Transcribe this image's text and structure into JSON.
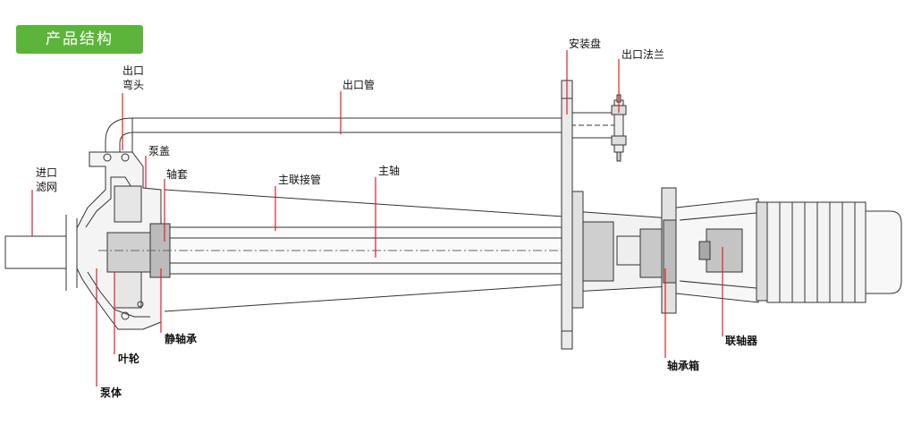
{
  "header": {
    "title": "产品结构"
  },
  "colors": {
    "accent": "#5cb53a",
    "leader": "#e0202a",
    "outline": "#333333"
  },
  "labels": {
    "outlet_elbow_1": "出口",
    "outlet_elbow_2": "弯头",
    "inlet_filter_1": "进口",
    "inlet_filter_2": "滤网",
    "pump_cover": "泵盖",
    "shaft_sleeve": "轴套",
    "outlet_pipe": "出口管",
    "main_connecting_pipe": "主联接管",
    "main_shaft": "主轴",
    "mounting_plate": "安装盘",
    "outlet_flange": "出口法兰",
    "static_bearing": "静轴承",
    "impeller": "叶轮",
    "pump_body": "泵体",
    "bearing_box": "轴承箱",
    "coupling": "联轴器"
  }
}
